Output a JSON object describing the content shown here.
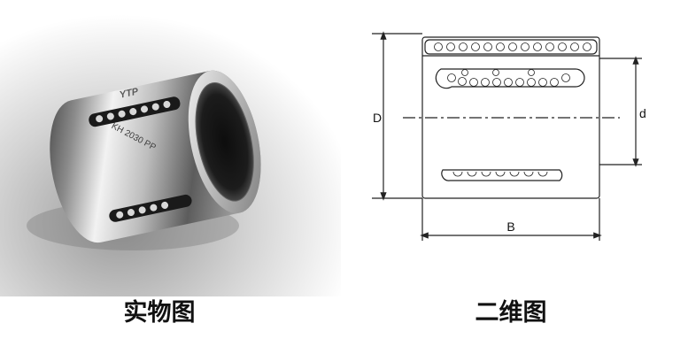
{
  "product_photo": {
    "engraving_brand": "YTP",
    "engraving_model": "KH 2030 PP"
  },
  "drawing": {
    "labels": {
      "outer_diameter": "D",
      "inner_diameter": "d",
      "length": "B"
    }
  },
  "captions": {
    "photo": "实物图",
    "drawing": "二维图"
  },
  "colors": {
    "steel_dark": "#2a2a2a",
    "steel_light": "#e8e8e8",
    "line": "#222222"
  }
}
